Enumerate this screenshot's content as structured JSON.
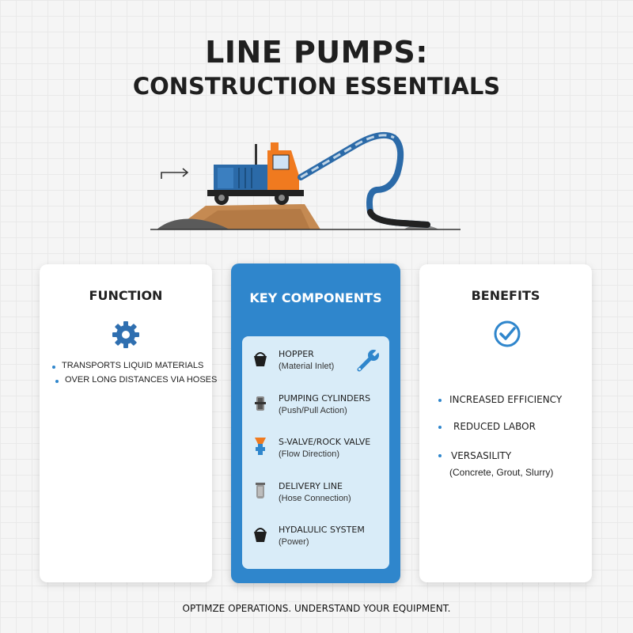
{
  "header": {
    "title_line1": "LINE PUMPS:",
    "title_line2": "CONSTRUCTION ESSENTIALS"
  },
  "hero": {
    "description_icon_names": [
      "arrow-right-icon",
      "line-pump-truck-icon",
      "delivery-hose-icon"
    ]
  },
  "function_card": {
    "title": "FUNCTION",
    "icon": "gear-icon",
    "items": [
      "TRANSPORTS LIQUID MATERIALS",
      "OVER LONG DISTANCES VIA HOSES"
    ]
  },
  "components_card": {
    "title": "KEY COMPONENTS",
    "accent_color": "#2f86cc",
    "panel_color": "#d9ecf8",
    "items": [
      {
        "name": "HOPPER",
        "desc": "(Material Inlet)",
        "icon": "bucket-icon"
      },
      {
        "name": "PUMPING CYLINDERS",
        "desc": "(Push/Pull Action)",
        "icon": "cylinder-icon"
      },
      {
        "name": "S-VALVE/ROCK VALVE",
        "desc": "(Flow Direction)",
        "icon": "valve-icon"
      },
      {
        "name": "DELIVERY LINE",
        "desc": "(Hose Connection)",
        "icon": "pipe-icon"
      },
      {
        "name": "HYDALULIC SYSTEM",
        "desc": "(Power)",
        "icon": "bucket-icon"
      }
    ],
    "extra_icon": "wrench-icon"
  },
  "benefits_card": {
    "title": "BENEFITS",
    "icon": "check-circle-icon",
    "items": [
      "INCREASED EFFICIENCY",
      "REDUCED LABOR",
      "VERSASILITY"
    ],
    "versatility_detail": "(Concrete, Grout, Slurry)"
  },
  "footer": {
    "tagline": "OPTIMZE OPERATIONS. UNDERSTAND YOUR EQUIPMENT."
  }
}
